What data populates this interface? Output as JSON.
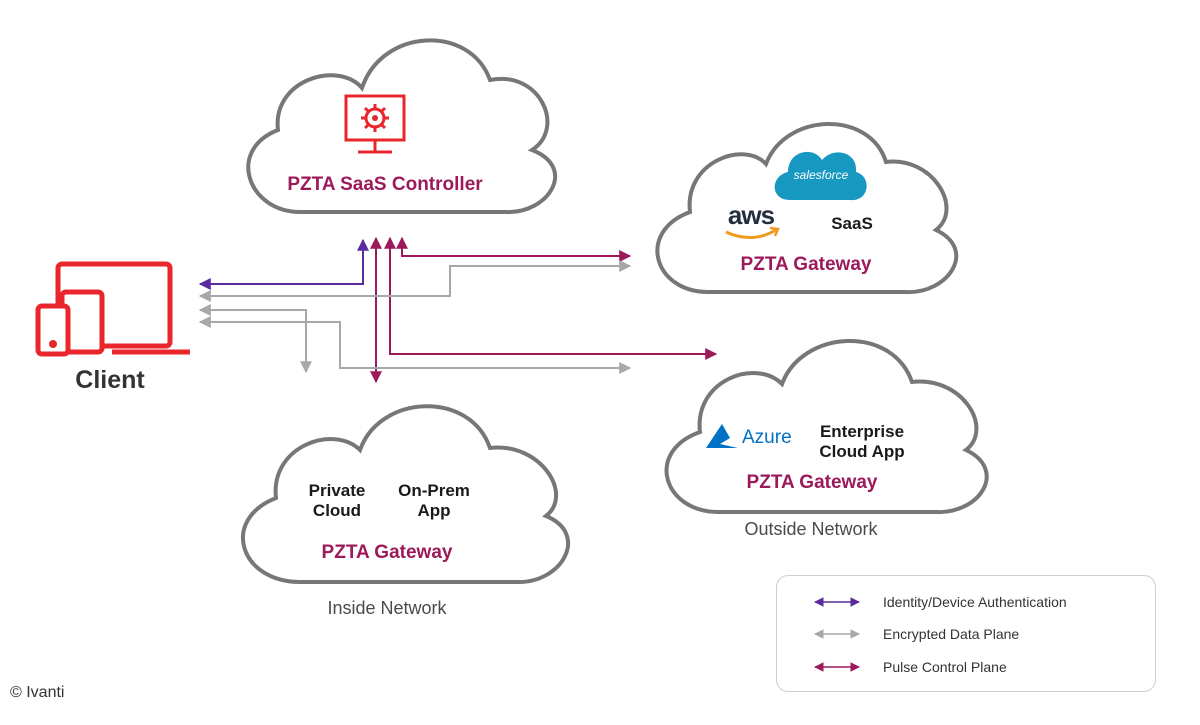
{
  "controller": {
    "label": "PZTA SaaS Controller"
  },
  "saas_cloud": {
    "aws_logo": "aws",
    "salesforce_logo": "salesforce",
    "saas_label": "SaaS",
    "gateway_label": "PZTA Gateway"
  },
  "inside_cloud": {
    "private_cloud": "Private\nCloud",
    "on_prem": "On-Prem\nApp",
    "gateway_label": "PZTA Gateway",
    "network_label": "Inside Network"
  },
  "outside_cloud": {
    "azure_logo": "Azure",
    "enterprise_app": "Enterprise\nCloud App",
    "gateway_label": "PZTA Gateway",
    "network_label": "Outside Network"
  },
  "client": {
    "label": "Client"
  },
  "legend": {
    "items": [
      {
        "label": "Identity/Device Authentication",
        "color": "#5b2a9e"
      },
      {
        "label": "Encrypted Data Plane",
        "color": "#a8a8a8"
      },
      {
        "label": "Pulse Control Plane",
        "color": "#9c1a5a"
      }
    ]
  },
  "colors": {
    "client_red": "#e8262b",
    "identity": "#5b2a9e",
    "data_plane": "#a8a8a8",
    "control_plane": "#9c1a5a",
    "cloud_outline": "#777777",
    "salesforce": "#1798c1",
    "azure": "#0072c6",
    "aws_smile": "#f29a1f"
  },
  "copyright": "© Ivanti"
}
